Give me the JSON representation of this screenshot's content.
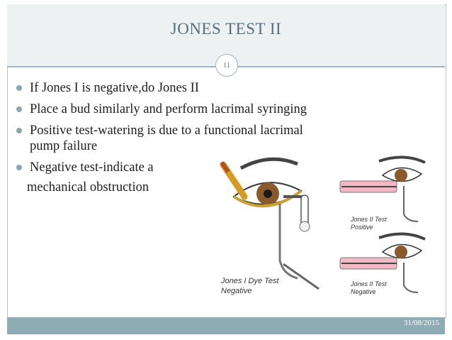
{
  "slide": {
    "title": "JONES TEST II",
    "slide_number": "11",
    "date": "31/08/2015"
  },
  "bullets": [
    {
      "lines": [
        "If Jones I is negative,do Jones II"
      ]
    },
    {
      "lines": [
        "Place a bud similarly and perform lacrimal syringing"
      ]
    },
    {
      "lines": [
        "Positive test-watering is due to a functional lacrimal",
        "pump failure"
      ]
    },
    {
      "lines": [
        "Negative test-indicate a",
        "mechanical  obstruction"
      ]
    }
  ],
  "figure": {
    "label_jones1_line1": "Jones I Dye Test",
    "label_jones1_line2": "Negative",
    "label_pos_line1": "Jones II Test",
    "label_pos_line2": "Positive",
    "label_neg_line1": "Jones II Test",
    "label_neg_line2": "Negative"
  },
  "colors": {
    "title": "#556f7a",
    "accent": "#8fabb3",
    "bullet": "#8aa7ae"
  }
}
